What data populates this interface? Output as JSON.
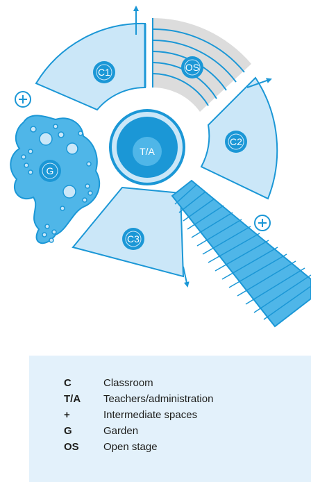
{
  "diagram": {
    "labels": {
      "c1": "C1",
      "c2": "C2",
      "c3": "C3",
      "os": "OS",
      "ta": "T/A",
      "garden": "G"
    },
    "colors": {
      "dark": "#1b97d6",
      "medium": "#4fb6e8",
      "light": "#cbe7f8",
      "legend_bg": "#e3f1fb",
      "stage_bg": "#dcdcdc"
    }
  },
  "legend": {
    "items": [
      {
        "key": "C",
        "label": "Classroom"
      },
      {
        "key": "T/A",
        "label": "Teachers/administration"
      },
      {
        "key": "+",
        "label": "Intermediate spaces"
      },
      {
        "key": "G",
        "label": "Garden"
      },
      {
        "key": "OS",
        "label": "Open stage"
      }
    ]
  }
}
